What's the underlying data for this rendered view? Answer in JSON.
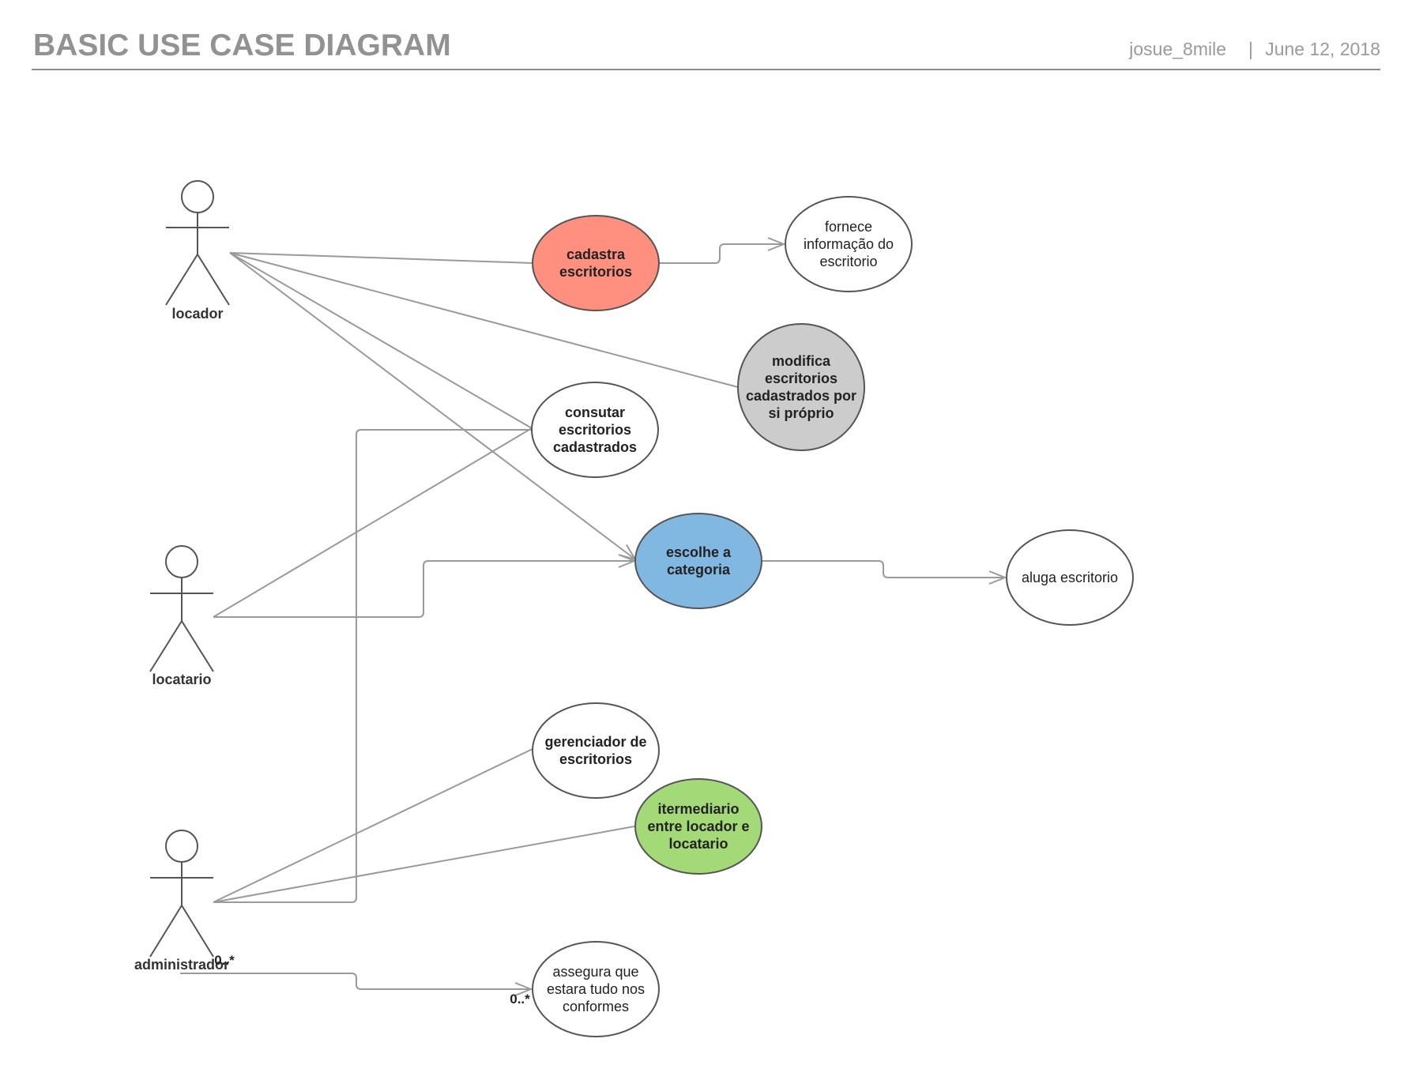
{
  "header": {
    "title": "BASIC USE CASE DIAGRAM",
    "author": "josue_8mile",
    "separator": "|",
    "date": "June 12, 2018"
  },
  "actors": {
    "locador": "locador",
    "locatario": "locatario",
    "administrador": "administrador"
  },
  "use_cases": {
    "cadastra": {
      "lines": [
        "cadastra",
        "escritorios"
      ],
      "color": "#ff8f7f"
    },
    "fornece": {
      "lines": [
        "fornece",
        "informação do",
        "escritorio"
      ],
      "color": "#ffffff"
    },
    "modifica": {
      "lines": [
        "modifica",
        "escritorios",
        "cadastrados por",
        "si próprio"
      ],
      "color": "#cccccc"
    },
    "consutar": {
      "lines": [
        "consutar",
        "escritorios",
        "cadastrados"
      ],
      "color": "#ffffff"
    },
    "escolhe": {
      "lines": [
        "escolhe a",
        "categoria"
      ],
      "color": "#80b8e2"
    },
    "aluga": {
      "lines": [
        "aluga  escritorio"
      ],
      "color": "#ffffff"
    },
    "gerenciador": {
      "lines": [
        "gerenciador de",
        "escritorios"
      ],
      "color": "#ffffff"
    },
    "itermediario": {
      "lines": [
        "itermediario",
        "entre locador e",
        "locatario"
      ],
      "color": "#a3d977"
    },
    "assegura": {
      "lines": [
        "assegura que",
        "estara tudo nos",
        "conformes"
      ],
      "color": "#ffffff"
    }
  },
  "multiplicities": {
    "source": "0..*",
    "target": "0..*"
  }
}
